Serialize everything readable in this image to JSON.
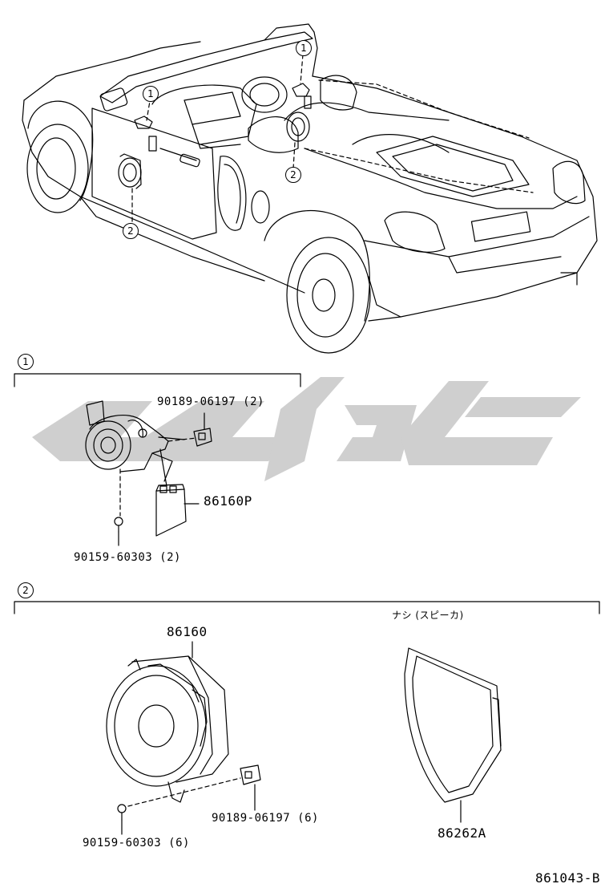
{
  "callouts": {
    "one": "1",
    "two": "2"
  },
  "section1": {
    "index": "1",
    "bracket_clip": "90189-06197 (2)",
    "tweeter_assy": "86160P",
    "screw": "90159-60303 (2)"
  },
  "section2": {
    "index": "2",
    "speaker": "86160",
    "screw": "90159-60303 (6)",
    "clip": "90189-06197 (6)",
    "note": "ナシ (スピーカ)",
    "spacer": "86262A"
  },
  "figure_code": "861043-B",
  "watermark_color": "#cfcfcf"
}
